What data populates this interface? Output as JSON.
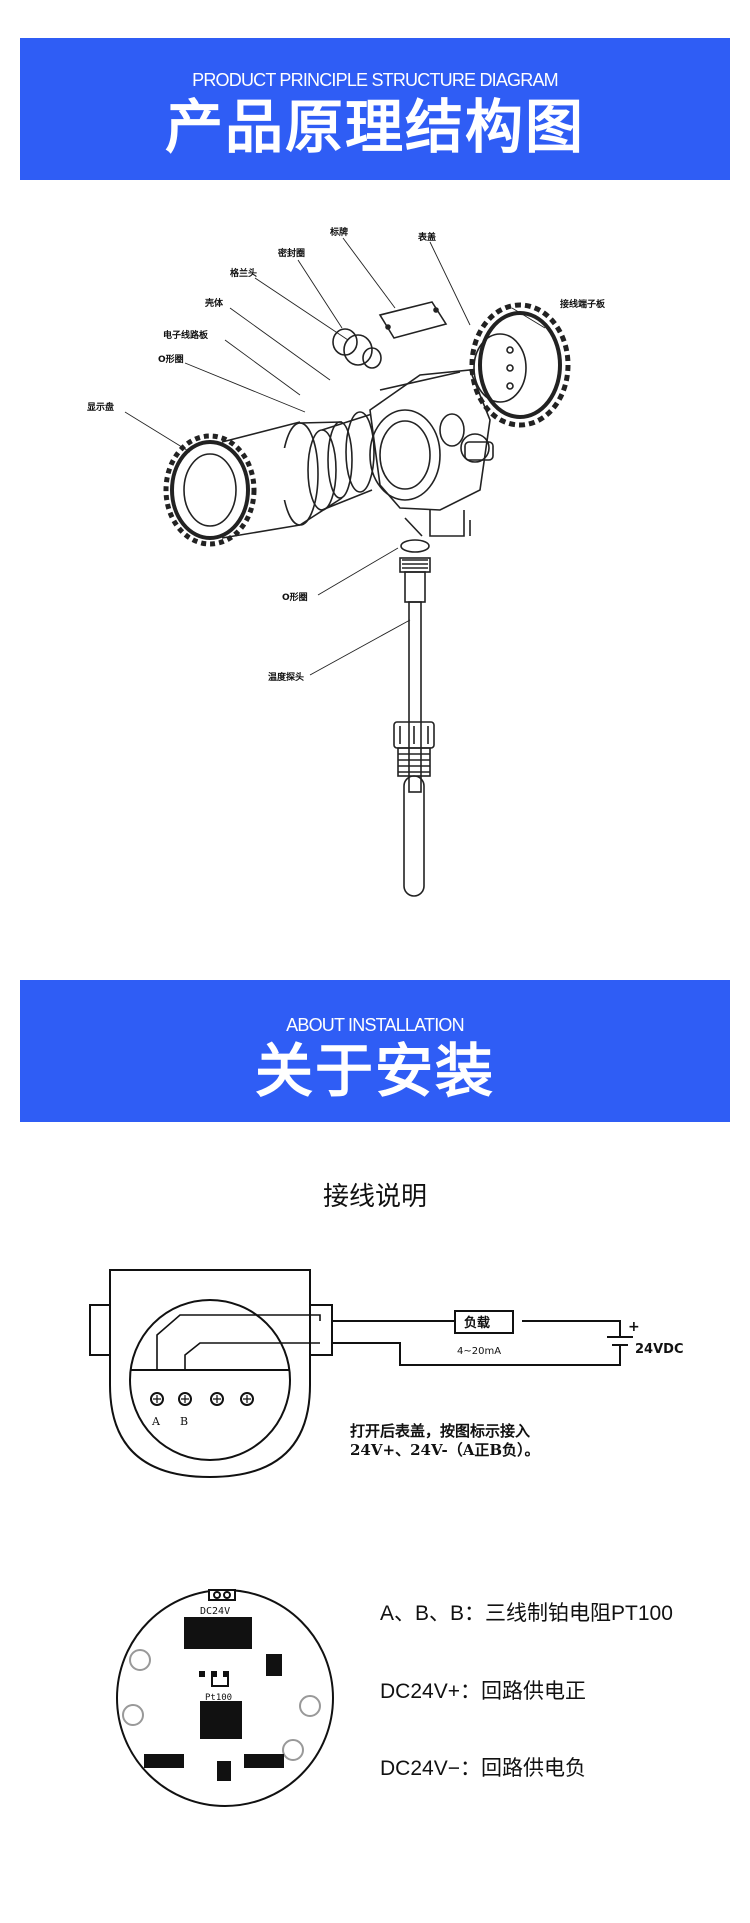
{
  "section1": {
    "en_title": "PRODUCT PRINCIPLE STRUCTURE DIAGRAM",
    "zh_title": "产品原理结构图"
  },
  "diagram_labels": {
    "label_sign": "标牌",
    "label_cover": "表盖",
    "label_seal": "密封圈",
    "label_flange": "格兰头",
    "label_shell": "壳体",
    "label_terminal": "接线端子板",
    "label_circuit": "电子线路板",
    "label_oring1": "O形圈",
    "label_display": "显示盘",
    "label_oring2": "O形圈",
    "label_probe": "温度探头"
  },
  "section2": {
    "en_title": "ABOUT INSTALLATION",
    "zh_title": "关于安装"
  },
  "wiring": {
    "title": "接线说明",
    "load_label": "负载",
    "current_range": "4~20mA",
    "plus_sign": "+",
    "voltage": "24VDC",
    "terminal_a": "A",
    "terminal_b": "B",
    "note": "打开后表盖，按图标示接入\n24V+、24V-（A正B负）。"
  },
  "board": {
    "voltage_label": "DC24V",
    "sensor_label": "Pt100"
  },
  "legend": [
    {
      "key": "A、B、B：",
      "desc": "三线制铂电阻PT100"
    },
    {
      "key": "DC24V+：",
      "desc": "回路供电正"
    },
    {
      "key": "DC24V−：",
      "desc": "回路供电负"
    }
  ],
  "colors": {
    "banner": "#2f5df5",
    "text": "#111111",
    "background": "#ffffff"
  }
}
